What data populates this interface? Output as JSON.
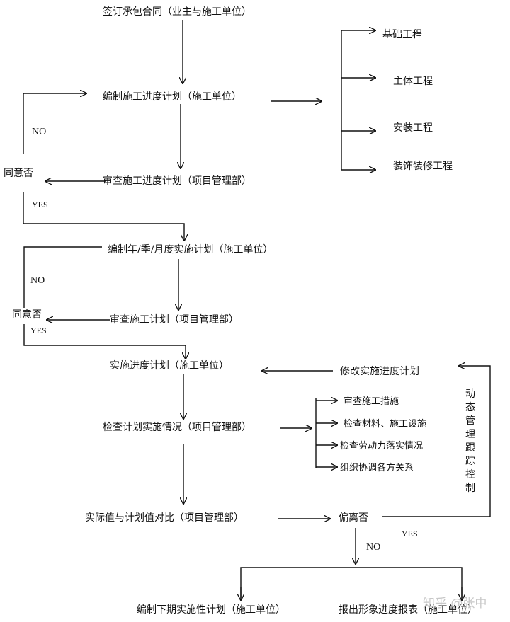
{
  "nodes": {
    "sign_contract": "签订承包合同（业主与施工单位）",
    "compile_schedule": "编制施工进度计划（施工单位）",
    "review_schedule": "审查施工进度计划（项目管理部）",
    "agree_1": "同意否",
    "no_1": "NO",
    "yes_1": "YES",
    "compile_periodic": "编制年/季/月度实施计划（施工单位）",
    "review_plan": "审查施工计划（项目管理部）",
    "agree_2": "同意否",
    "no_2": "NO",
    "yes_2": "YES",
    "implement": "实施进度计划（施工单位）",
    "modify": "修改实施进度计划",
    "check": "检查计划实施情况（项目管理部）",
    "compare": "实际值与计划值对比（项目管理部）",
    "deviation": "偏离否",
    "yes_3": "YES",
    "no_3": "NO",
    "next_period": "编制下期实施性计划（施工单位）",
    "report": "报出形象进度报表（施工单位）",
    "dynamic": "动态管理跟踪控制"
  },
  "schedule_branches": [
    "基础工程",
    "主体工程",
    "安装工程",
    "装饰装修工程"
  ],
  "check_branches": [
    "审查施工措施",
    "检查材料、施工设施",
    "检查劳动力落实情况",
    "组织协调各方关系"
  ],
  "watermark": "知乎 @张中"
}
